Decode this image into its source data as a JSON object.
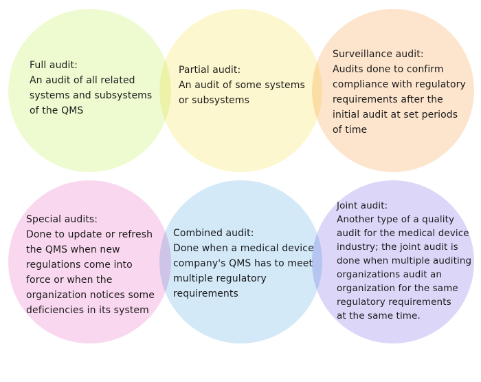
{
  "audits": [
    {
      "title": "Full audit:",
      "description": "An audit of all related\nsystems and subsystems\nof the QMS",
      "color": "#eefbd0"
    },
    {
      "title": "Partial audit:",
      "description": "An audit of some systems\nor subsystems",
      "color": "#fdf7cf"
    },
    {
      "title": "Surveillance audit:",
      "description": "Audits done to confirm\ncompliance with regulatory\nrequirements after the\ninitial audit at set periods\nof time",
      "color": "#fde5cd"
    },
    {
      "title": "Special audits:",
      "description": "Done to update or refresh\nthe QMS when new\nregulations come into\nforce or when the\norganization notices some\n deficiencies in its system",
      "color": "#f9d7ef"
    },
    {
      "title": "Combined audit:",
      "description": "Done when a medical device\ncompany's QMS has to meet\nmultiple regulatory\nrequirements",
      "color": "#d3e9f8"
    },
    {
      "title": "Joint audit:",
      "description": "Another type of a quality\naudit for the medical device\nindustry; the joint audit is\ndone when multiple auditing\norganizations audit an\norganization for the same\nregulatory requirements\nat the same time.",
      "color": "#dcd7f9"
    }
  ]
}
